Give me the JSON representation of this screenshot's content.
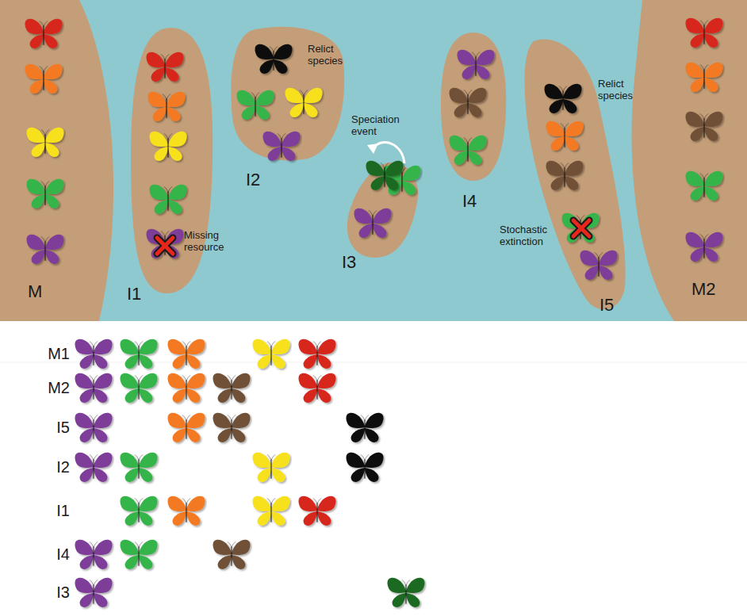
{
  "diagram": {
    "nodes": [
      {
        "text": [
          "M"
        ]
      },
      {
        "text": [
          "I1"
        ]
      },
      {
        "text": [
          "I2"
        ]
      },
      {
        "text": [
          "I3"
        ]
      },
      {
        "text": [
          "I4"
        ]
      },
      {
        "text": [
          "I5"
        ]
      },
      {
        "text": [
          "M2"
        ]
      }
    ],
    "labels": [
      "Relict species",
      "Speciation event",
      "Missing resource",
      "Relict species",
      "Stochastic extinction",
      "M1",
      "M2",
      "I5",
      "I2",
      "I1",
      "I4",
      "I3"
    ]
  }
}
